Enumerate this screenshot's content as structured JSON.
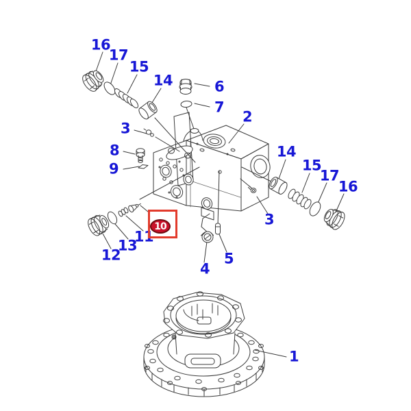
{
  "colors": {
    "background": "#ffffff",
    "line": "#3a3a3a",
    "label": "#1717d6",
    "highlight_box": "#e23b2c",
    "highlight_fill": "#c9112a",
    "highlight_border": "#6e0a10",
    "highlight_text": "#ffffff"
  },
  "callouts": [
    {
      "id": "16-top-left",
      "text": "16"
    },
    {
      "id": "17-top-left",
      "text": "17"
    },
    {
      "id": "15-top-left",
      "text": "15"
    },
    {
      "id": "14-top-left",
      "text": "14"
    },
    {
      "id": "6",
      "text": "6"
    },
    {
      "id": "7",
      "text": "7"
    },
    {
      "id": "2",
      "text": "2"
    },
    {
      "id": "3-upper-left",
      "text": "3"
    },
    {
      "id": "8",
      "text": "8"
    },
    {
      "id": "9",
      "text": "9"
    },
    {
      "id": "14-right",
      "text": "14"
    },
    {
      "id": "15-right",
      "text": "15"
    },
    {
      "id": "17-right",
      "text": "17"
    },
    {
      "id": "16-right",
      "text": "16"
    },
    {
      "id": "3-right",
      "text": "3"
    },
    {
      "id": "11",
      "text": "11"
    },
    {
      "id": "13",
      "text": "13"
    },
    {
      "id": "12",
      "text": "12"
    },
    {
      "id": "4",
      "text": "4"
    },
    {
      "id": "5",
      "text": "5"
    },
    {
      "id": "1",
      "text": "1"
    }
  ],
  "highlight": {
    "text": "10"
  }
}
